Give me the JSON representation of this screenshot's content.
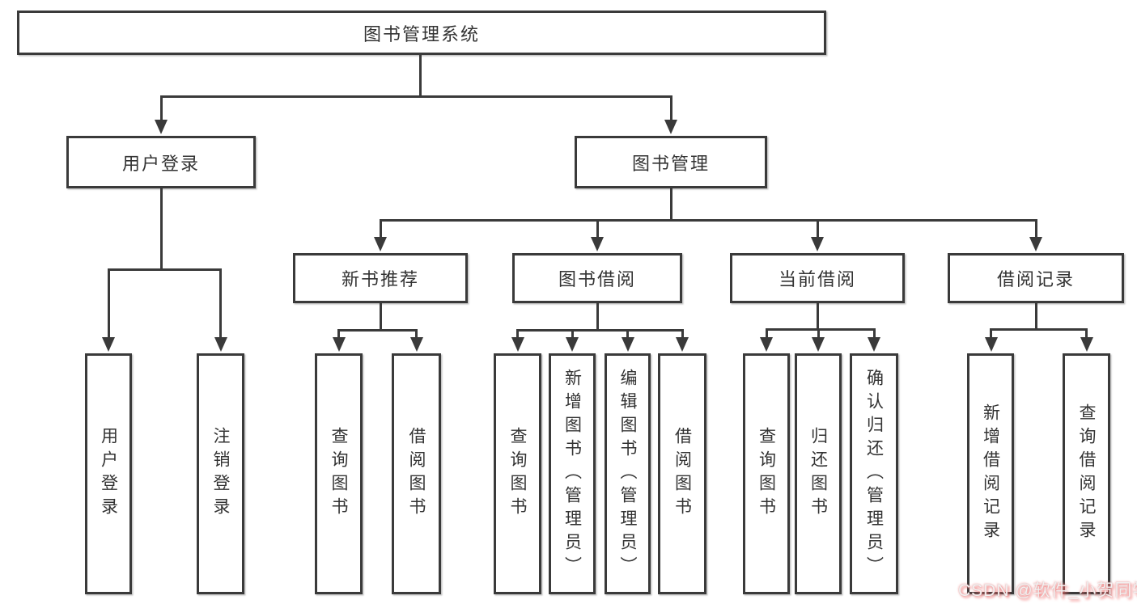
{
  "diagram": {
    "type": "tree",
    "title": "图书管理系统",
    "nodes": {
      "root": {
        "label": "图书管理系统"
      },
      "userLogin": {
        "label": "用户登录"
      },
      "bookMgmt": {
        "label": "图书管理"
      },
      "newBookRec": {
        "label": "新书推荐"
      },
      "bookBorrow": {
        "label": "图书借阅"
      },
      "currentBorrow": {
        "label": "当前借阅"
      },
      "borrowRecord": {
        "label": "借阅记录"
      },
      "leafUserLogin": {
        "label": "用户登录"
      },
      "leafLogout": {
        "label": "注销登录"
      },
      "leafQueryBook1": {
        "label": "查询图书"
      },
      "leafBorrowBook1": {
        "label": "借阅图书"
      },
      "leafQueryBook2": {
        "label": "查询图书"
      },
      "leafAddBook": {
        "label": "新增图书（管理员）"
      },
      "leafEditBook": {
        "label": "编辑图书（管理员）"
      },
      "leafBorrowBook2": {
        "label": "借阅图书"
      },
      "leafQueryBook3": {
        "label": "查询图书"
      },
      "leafReturnBook": {
        "label": "归还图书"
      },
      "leafConfirmReturn": {
        "label": "确认归还（管理员）"
      },
      "leafAddRecord": {
        "label": "新增借阅记录"
      },
      "leafQueryRecord": {
        "label": "查询借阅记录"
      }
    },
    "edges": [
      [
        "root",
        "userLogin"
      ],
      [
        "root",
        "bookMgmt"
      ],
      [
        "userLogin",
        "leafUserLogin"
      ],
      [
        "userLogin",
        "leafLogout"
      ],
      [
        "bookMgmt",
        "newBookRec"
      ],
      [
        "bookMgmt",
        "bookBorrow"
      ],
      [
        "bookMgmt",
        "currentBorrow"
      ],
      [
        "bookMgmt",
        "borrowRecord"
      ],
      [
        "newBookRec",
        "leafQueryBook1"
      ],
      [
        "newBookRec",
        "leafBorrowBook1"
      ],
      [
        "bookBorrow",
        "leafQueryBook2"
      ],
      [
        "bookBorrow",
        "leafAddBook"
      ],
      [
        "bookBorrow",
        "leafEditBook"
      ],
      [
        "bookBorrow",
        "leafBorrowBook2"
      ],
      [
        "currentBorrow",
        "leafQueryBook3"
      ],
      [
        "currentBorrow",
        "leafReturnBook"
      ],
      [
        "currentBorrow",
        "leafConfirmReturn"
      ],
      [
        "borrowRecord",
        "leafAddRecord"
      ],
      [
        "borrowRecord",
        "leafQueryRecord"
      ]
    ]
  },
  "watermark": {
    "text": "CSDN @软件_小贺同学"
  },
  "colors": {
    "line": "#3a3a3a",
    "text": "#333333",
    "background": "#ffffff",
    "watermark_text": "#f2f0f0",
    "watermark_shadow": "#ef6a6a"
  }
}
